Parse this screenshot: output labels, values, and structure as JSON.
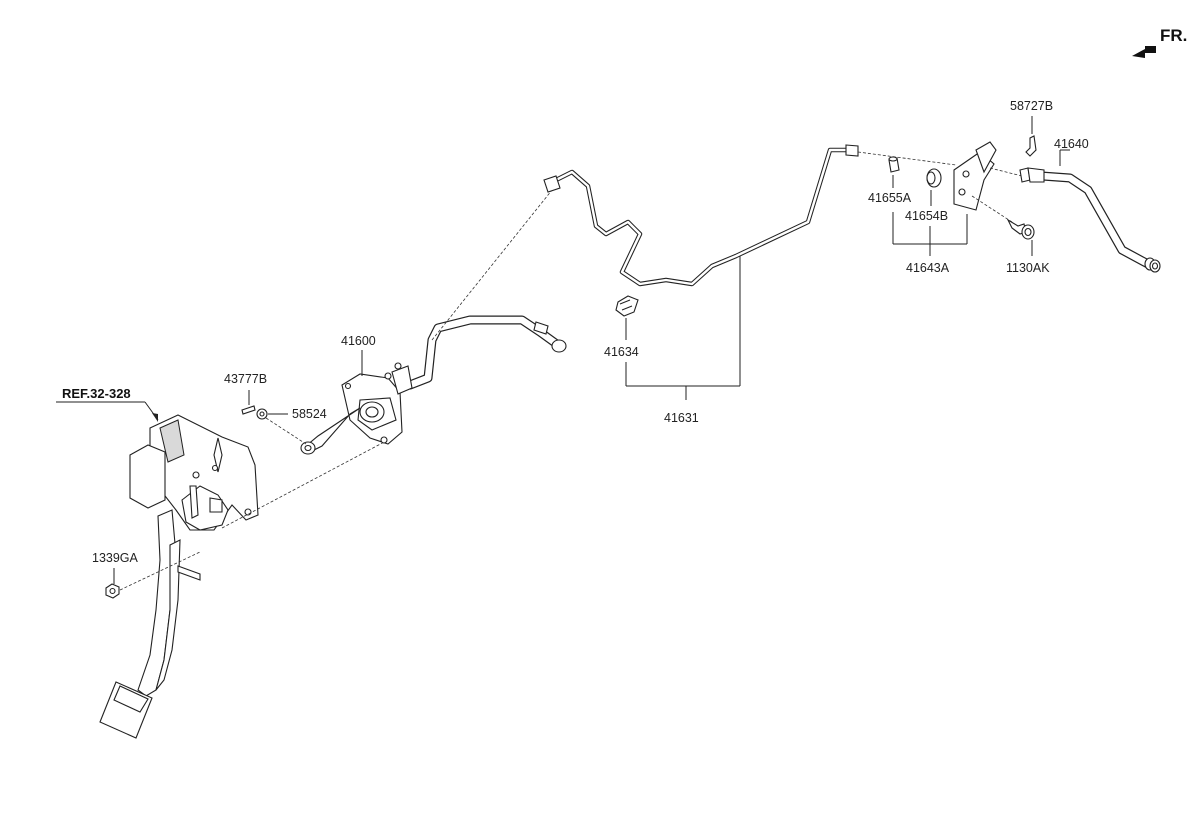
{
  "compass": {
    "label": "FR."
  },
  "reference": {
    "label": "REF.32-328"
  },
  "parts": {
    "p41600": "41600",
    "p43777B": "43777B",
    "p58524": "58524",
    "p1339GA": "1339GA",
    "p41634": "41634",
    "p41631": "41631",
    "p41655A": "41655A",
    "p41654B": "41654B",
    "p41643A": "41643A",
    "p58727B": "58727B",
    "p41640": "41640",
    "p1130AK": "1130AK"
  }
}
